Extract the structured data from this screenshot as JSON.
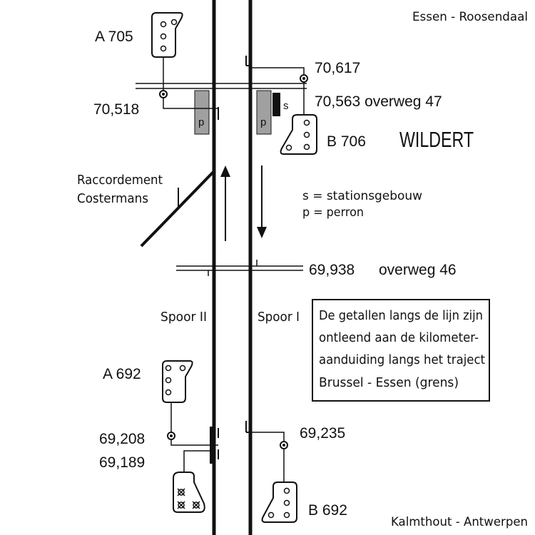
{
  "header": {
    "direction_north": "Essen - Roosendaal",
    "direction_south": "Kalmthout - Antwerpen"
  },
  "station": {
    "name": "WILDERT",
    "building_mark": "s",
    "platform_mark_west": "p",
    "platform_mark_east": "p"
  },
  "legend": {
    "s_line": "s = stationsgebouw",
    "p_line": "p = perron"
  },
  "siding": {
    "line1": "Raccordement",
    "line2": "Costermans"
  },
  "tracks": {
    "track_2": "Spoor II",
    "track_1": "Spoor I"
  },
  "signals": {
    "a705": "A 705",
    "b706": "B 706",
    "a692": "A 692",
    "b692": "B 692"
  },
  "kilometers": {
    "k70617": "70,617",
    "k70518": "70,518",
    "k70563_crossing": "70,563 overweg 47",
    "k69938": "69,938",
    "crossing46": "overweg 46",
    "k69208": "69,208",
    "k69189": "69,189",
    "k69235": "69,235"
  },
  "note": {
    "lines": [
      "De getallen langs de lijn zijn",
      "ontleend aan de kilometer-",
      "aanduiding langs het traject",
      "Brussel - Essen (grens)"
    ]
  },
  "colors": {
    "ink": "#111111",
    "platform": "#a0a0a0",
    "building": "#111111"
  }
}
